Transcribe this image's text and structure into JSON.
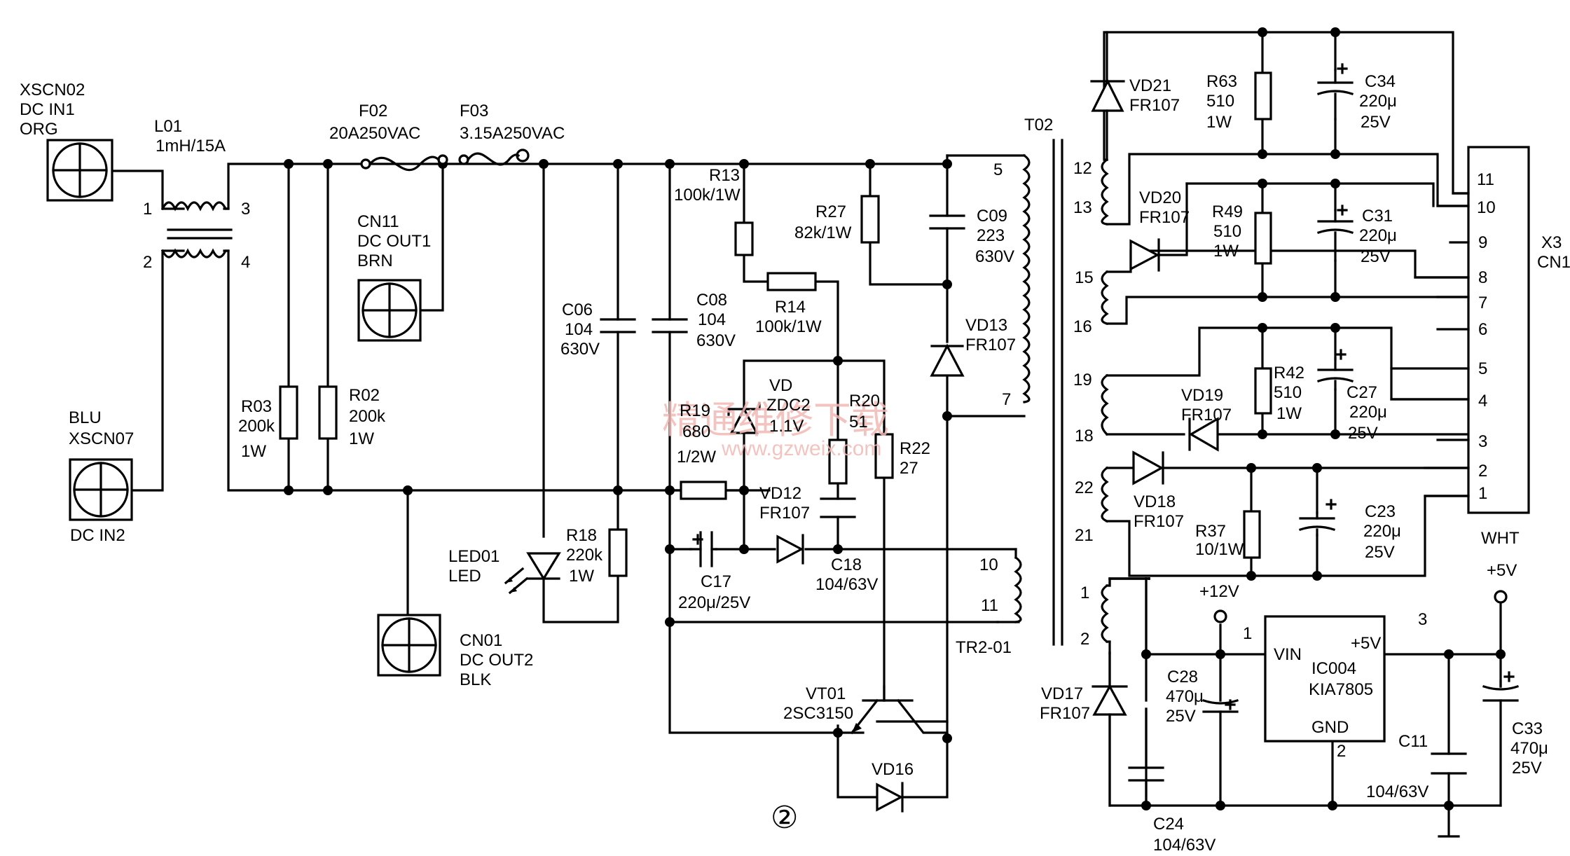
{
  "labels": [
    {
      "id": "xscn02-name",
      "t": "XSCN02"
    },
    {
      "id": "xscn02-sig",
      "t": "DC IN1"
    },
    {
      "id": "xscn02-col",
      "t": "ORG"
    },
    {
      "id": "l01-name",
      "t": "L01"
    },
    {
      "id": "l01-val",
      "t": "1mH/15A"
    },
    {
      "id": "l01-p1",
      "t": "1"
    },
    {
      "id": "l01-p2",
      "t": "2"
    },
    {
      "id": "l01-p3",
      "t": "3"
    },
    {
      "id": "l01-p4",
      "t": "4"
    },
    {
      "id": "f02-name",
      "t": "F02"
    },
    {
      "id": "f02-val",
      "t": "20A250VAC"
    },
    {
      "id": "f03-name",
      "t": "F03"
    },
    {
      "id": "f03-val",
      "t": "3.15A250VAC"
    },
    {
      "id": "cn11-name",
      "t": "CN11"
    },
    {
      "id": "cn11-sig",
      "t": "DC OUT1"
    },
    {
      "id": "cn11-col",
      "t": "BRN"
    },
    {
      "id": "blu",
      "t": "BLU"
    },
    {
      "id": "xscn07-name",
      "t": "XSCN07"
    },
    {
      "id": "xscn07-sig",
      "t": "DC IN2"
    },
    {
      "id": "r03-name",
      "t": "R03"
    },
    {
      "id": "r03-val",
      "t": "200k"
    },
    {
      "id": "r03-w",
      "t": "1W"
    },
    {
      "id": "r02-name",
      "t": "R02"
    },
    {
      "id": "r02-val",
      "t": "200k"
    },
    {
      "id": "r02-w",
      "t": "1W"
    },
    {
      "id": "cn01-name",
      "t": "CN01"
    },
    {
      "id": "cn01-sig",
      "t": "DC OUT2"
    },
    {
      "id": "cn01-col",
      "t": "BLK"
    },
    {
      "id": "led01-name",
      "t": "LED01"
    },
    {
      "id": "led01-type",
      "t": "LED"
    },
    {
      "id": "r18-name",
      "t": "R18"
    },
    {
      "id": "r18-val",
      "t": "220k"
    },
    {
      "id": "r18-w",
      "t": "1W"
    },
    {
      "id": "c06-name",
      "t": "C06"
    },
    {
      "id": "c06-val",
      "t": "104"
    },
    {
      "id": "c06-v",
      "t": "630V"
    },
    {
      "id": "c08-name",
      "t": "C08"
    },
    {
      "id": "c08-val",
      "t": "104"
    },
    {
      "id": "c08-v",
      "t": "630V"
    },
    {
      "id": "r13-name",
      "t": "R13"
    },
    {
      "id": "r13-val",
      "t": "100k/1W"
    },
    {
      "id": "r14-name",
      "t": "R14"
    },
    {
      "id": "r14-val",
      "t": "100k/1W"
    },
    {
      "id": "r27-name",
      "t": "R27"
    },
    {
      "id": "r27-val",
      "t": "82k/1W"
    },
    {
      "id": "c09-name",
      "t": "C09"
    },
    {
      "id": "c09-val",
      "t": "223"
    },
    {
      "id": "c09-v",
      "t": "630V"
    },
    {
      "id": "t02-name",
      "t": "T02"
    },
    {
      "id": "t02-p5",
      "t": "5"
    },
    {
      "id": "t02-p7",
      "t": "7"
    },
    {
      "id": "vd13-name",
      "t": "VD13"
    },
    {
      "id": "vd13-type",
      "t": "FR107"
    },
    {
      "id": "vd-name",
      "t": "VD"
    },
    {
      "id": "vd-type",
      "t": "ZDC2"
    },
    {
      "id": "vd-v",
      "t": "1.1V"
    },
    {
      "id": "r19-name",
      "t": "R19"
    },
    {
      "id": "r19-val",
      "t": "680"
    },
    {
      "id": "r19-w",
      "t": "1/2W"
    },
    {
      "id": "r20-name",
      "t": "R20"
    },
    {
      "id": "r20-val",
      "t": "51"
    },
    {
      "id": "r22-name",
      "t": "R22"
    },
    {
      "id": "r22-val",
      "t": "27"
    },
    {
      "id": "vd12-name",
      "t": "VD12"
    },
    {
      "id": "vd12-type",
      "t": "FR107"
    },
    {
      "id": "c18-name",
      "t": "C18"
    },
    {
      "id": "c18-val",
      "t": "104/63V"
    },
    {
      "id": "c17-name",
      "t": "C17"
    },
    {
      "id": "c17-val",
      "t": "220μ/25V"
    },
    {
      "id": "tr-p10",
      "t": "10"
    },
    {
      "id": "tr-p11",
      "t": "11"
    },
    {
      "id": "tr2-01",
      "t": "TR2-01"
    },
    {
      "id": "vt01-name",
      "t": "VT01"
    },
    {
      "id": "vt01-type",
      "t": "2SC3150"
    },
    {
      "id": "vd16-name",
      "t": "VD16"
    },
    {
      "id": "vd21-name",
      "t": "VD21"
    },
    {
      "id": "vd21-type",
      "t": "FR107"
    },
    {
      "id": "r63-name",
      "t": "R63"
    },
    {
      "id": "r63-val",
      "t": "510"
    },
    {
      "id": "r63-w",
      "t": "1W"
    },
    {
      "id": "c34-name",
      "t": "C34"
    },
    {
      "id": "c34-val",
      "t": "220μ"
    },
    {
      "id": "c34-v",
      "t": "25V"
    },
    {
      "id": "t02-p12",
      "t": "12"
    },
    {
      "id": "t02-p13",
      "t": "13"
    },
    {
      "id": "vd20-name",
      "t": "VD20"
    },
    {
      "id": "vd20-type",
      "t": "FR107"
    },
    {
      "id": "r49-name",
      "t": "R49"
    },
    {
      "id": "r49-val",
      "t": "510"
    },
    {
      "id": "r49-w",
      "t": "1W"
    },
    {
      "id": "c31-name",
      "t": "C31"
    },
    {
      "id": "c31-val",
      "t": "220μ"
    },
    {
      "id": "c31-v",
      "t": "25V"
    },
    {
      "id": "t02-p15",
      "t": "15"
    },
    {
      "id": "t02-p16",
      "t": "16"
    },
    {
      "id": "t02-p19",
      "t": "19"
    },
    {
      "id": "t02-p18",
      "t": "18"
    },
    {
      "id": "vd19-name",
      "t": "VD19"
    },
    {
      "id": "vd19-type",
      "t": "FR107"
    },
    {
      "id": "r42-name",
      "t": "R42"
    },
    {
      "id": "r42-val",
      "t": "510"
    },
    {
      "id": "r42-w",
      "t": "1W"
    },
    {
      "id": "c27-name",
      "t": "C27"
    },
    {
      "id": "c27-val",
      "t": "220μ"
    },
    {
      "id": "c27-v",
      "t": "25V"
    },
    {
      "id": "t02-p22",
      "t": "22"
    },
    {
      "id": "t02-p21",
      "t": "21"
    },
    {
      "id": "vd18-name",
      "t": "VD18"
    },
    {
      "id": "vd18-type",
      "t": "FR107"
    },
    {
      "id": "r37-name",
      "t": "R37"
    },
    {
      "id": "r37-val",
      "t": "10/1W"
    },
    {
      "id": "c23-name",
      "t": "C23"
    },
    {
      "id": "c23-val",
      "t": "220μ"
    },
    {
      "id": "c23-v",
      "t": "25V"
    },
    {
      "id": "x3-p11",
      "t": "11"
    },
    {
      "id": "x3-p10",
      "t": "10"
    },
    {
      "id": "x3-p9",
      "t": "9"
    },
    {
      "id": "x3-p8",
      "t": "8"
    },
    {
      "id": "x3-p7",
      "t": "7"
    },
    {
      "id": "x3-p6",
      "t": "6"
    },
    {
      "id": "x3-p5",
      "t": "5"
    },
    {
      "id": "x3-p4",
      "t": "4"
    },
    {
      "id": "x3-p3",
      "t": "3"
    },
    {
      "id": "x3-p2",
      "t": "2"
    },
    {
      "id": "x3-p1",
      "t": "1"
    },
    {
      "id": "x3-name",
      "t": "X3"
    },
    {
      "id": "x3-cn",
      "t": "CN15"
    },
    {
      "id": "x3-col",
      "t": "WHT"
    },
    {
      "id": "t2-p1",
      "t": "1"
    },
    {
      "id": "t2-p2",
      "t": "2"
    },
    {
      "id": "vd17-name",
      "t": "VD17"
    },
    {
      "id": "vd17-type",
      "t": "FR107"
    },
    {
      "id": "plus12v",
      "t": "+12V"
    },
    {
      "id": "c28-name",
      "t": "C28"
    },
    {
      "id": "c28-val",
      "t": "470μ"
    },
    {
      "id": "c28-v",
      "t": "25V"
    },
    {
      "id": "ic-p1",
      "t": "1"
    },
    {
      "id": "ic-vin",
      "t": "VIN"
    },
    {
      "id": "ic-name",
      "t": "IC004"
    },
    {
      "id": "ic-type",
      "t": "KIA7805"
    },
    {
      "id": "ic-gnd",
      "t": "GND"
    },
    {
      "id": "ic-p2",
      "t": "2"
    },
    {
      "id": "ic-plus5",
      "t": "+5V"
    },
    {
      "id": "ic-p3",
      "t": "3"
    },
    {
      "id": "plus5v",
      "t": "+5V"
    },
    {
      "id": "c33-name",
      "t": "C33"
    },
    {
      "id": "c33-val",
      "t": "470μ"
    },
    {
      "id": "c33-v",
      "t": "25V"
    },
    {
      "id": "c11-name",
      "t": "C11"
    },
    {
      "id": "c11-val",
      "t": "104/63V"
    },
    {
      "id": "c24-name",
      "t": "C24"
    },
    {
      "id": "c24-val",
      "t": "104/63V"
    },
    {
      "id": "circled-two",
      "t": "②"
    }
  ],
  "watermark": {
    "cn": "精通维修下载",
    "url": "www.gzweix.com",
    "color": "#f2b9b6"
  }
}
